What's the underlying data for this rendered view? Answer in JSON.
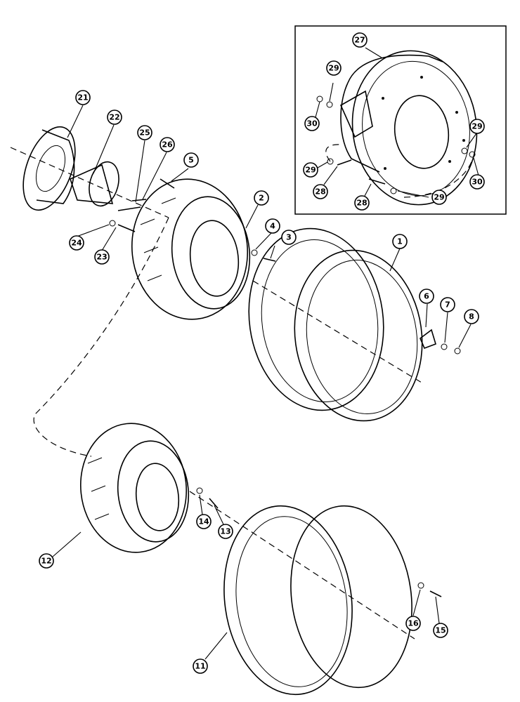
{
  "callouts": [
    {
      "label": "1",
      "part": "rim-rear"
    },
    {
      "label": "2",
      "part": "wheel-center-disc"
    },
    {
      "label": "3",
      "part": "bolt"
    },
    {
      "label": "4",
      "part": "nut"
    },
    {
      "label": "5",
      "part": "bolt"
    },
    {
      "label": "6",
      "part": "clamp"
    },
    {
      "label": "7",
      "part": "washer"
    },
    {
      "label": "8",
      "part": "nut"
    },
    {
      "label": "11",
      "part": "rim-alternate"
    },
    {
      "label": "12",
      "part": "wheel-center-disc-alternate"
    },
    {
      "label": "13",
      "part": "bolt"
    },
    {
      "label": "14",
      "part": "nut"
    },
    {
      "label": "15",
      "part": "bolt"
    },
    {
      "label": "16",
      "part": "nut"
    },
    {
      "label": "21",
      "part": "hub-flange"
    },
    {
      "label": "22",
      "part": "hub"
    },
    {
      "label": "23",
      "part": "bolt"
    },
    {
      "label": "24",
      "part": "washer"
    },
    {
      "label": "25",
      "part": "shim"
    },
    {
      "label": "26",
      "part": "key"
    },
    {
      "label": "27",
      "part": "wheel-weight"
    },
    {
      "label": "28",
      "part": "bolt"
    },
    {
      "label": "29",
      "part": "washer"
    },
    {
      "label": "30",
      "part": "nut"
    }
  ]
}
